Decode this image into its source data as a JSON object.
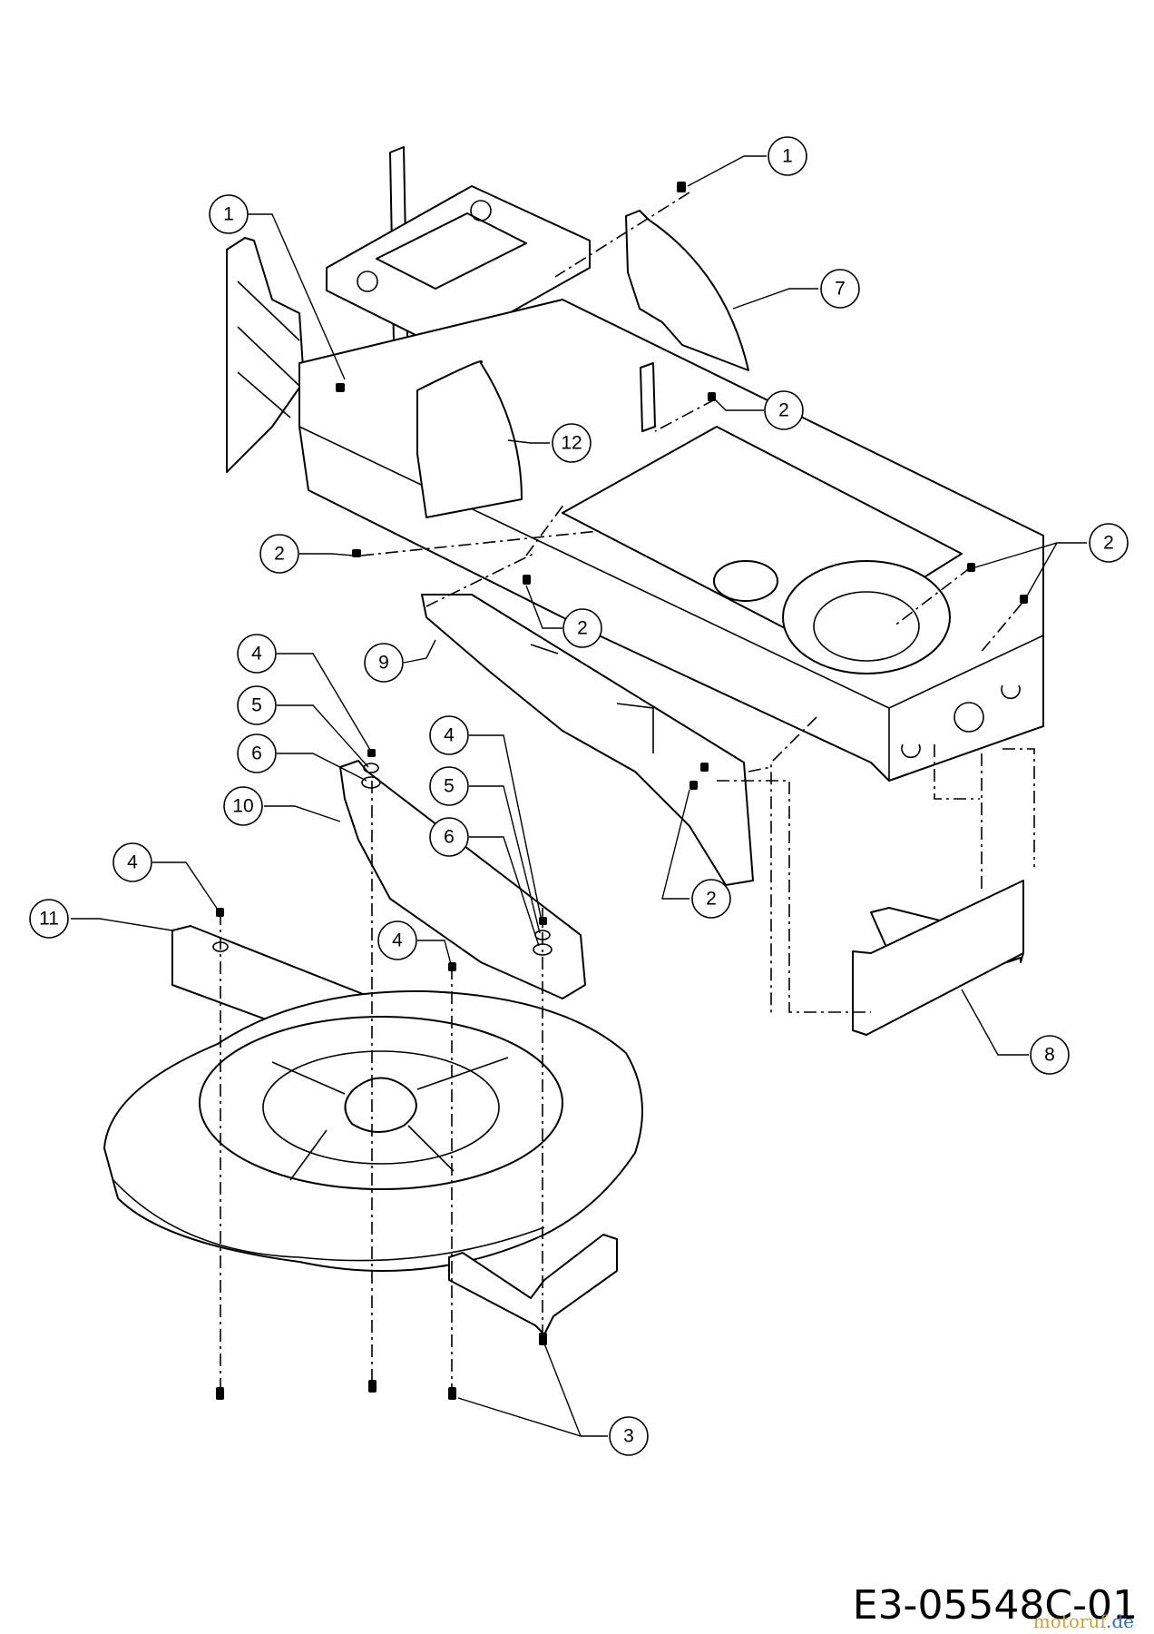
{
  "callouts": [
    "1",
    "1",
    "7",
    "2",
    "12",
    "2",
    "2",
    "2",
    "9",
    "4",
    "5",
    "6",
    "10",
    "4",
    "5",
    "6",
    "2",
    "4",
    "11",
    "4",
    "8",
    "3"
  ],
  "diagram_code": "E3-05548C-01",
  "watermark": {
    "part1": "motoruf",
    "part2": ".de"
  }
}
